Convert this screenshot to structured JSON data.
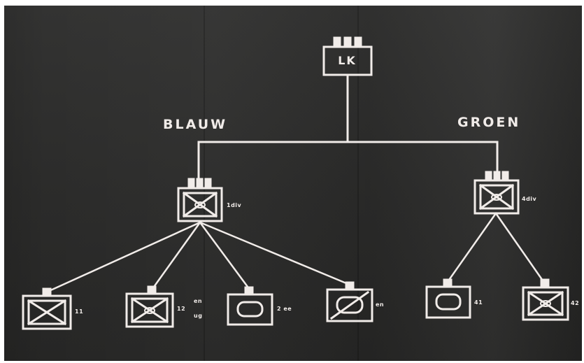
{
  "root": {
    "label": "LK"
  },
  "branches": {
    "left": "BLAUW",
    "right": "GROEN"
  },
  "level2": [
    {
      "tag": "1div"
    },
    {
      "tag": "4div"
    }
  ],
  "level3": [
    {
      "tag": "11"
    },
    {
      "tag": "12",
      "tag2": "en",
      "tag3": "ug"
    },
    {
      "tag": "2 ee"
    },
    {
      "tag": "en"
    },
    {
      "tag": "41"
    },
    {
      "tag": "42"
    }
  ],
  "colors": {
    "board": "#2e2e2d",
    "chalk": "#f1ece9",
    "accent": "#c9b8ad"
  },
  "symbols": [
    "command-post-icon",
    "infantry-unit-icon",
    "armored-unit-icon",
    "recon-unit-icon"
  ]
}
